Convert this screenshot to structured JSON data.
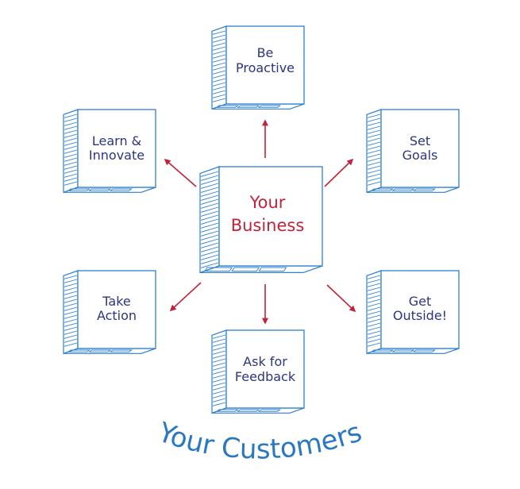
{
  "colors": {
    "box_stroke": "#2e7fcf",
    "arrow": "#c0233a",
    "center_text": "#c0233a",
    "box_text": "#2b3580",
    "footer_text": "#2a77c2"
  },
  "center": {
    "line1": "Your",
    "line2": "Business"
  },
  "nodes": {
    "be_proactive": {
      "line1": "Be",
      "line2": "Proactive"
    },
    "learn_innovate": {
      "line1": "Learn &",
      "line2": "Innovate"
    },
    "set_goals": {
      "line1": "Set",
      "line2": "Goals"
    },
    "take_action": {
      "line1": "Take",
      "line2": "Action"
    },
    "get_outside": {
      "line1": "Get",
      "line2": "Outside!"
    },
    "ask_feedback": {
      "line1": "Ask for",
      "line2": "Feedback"
    }
  },
  "footer": {
    "text": "Your Customers"
  }
}
